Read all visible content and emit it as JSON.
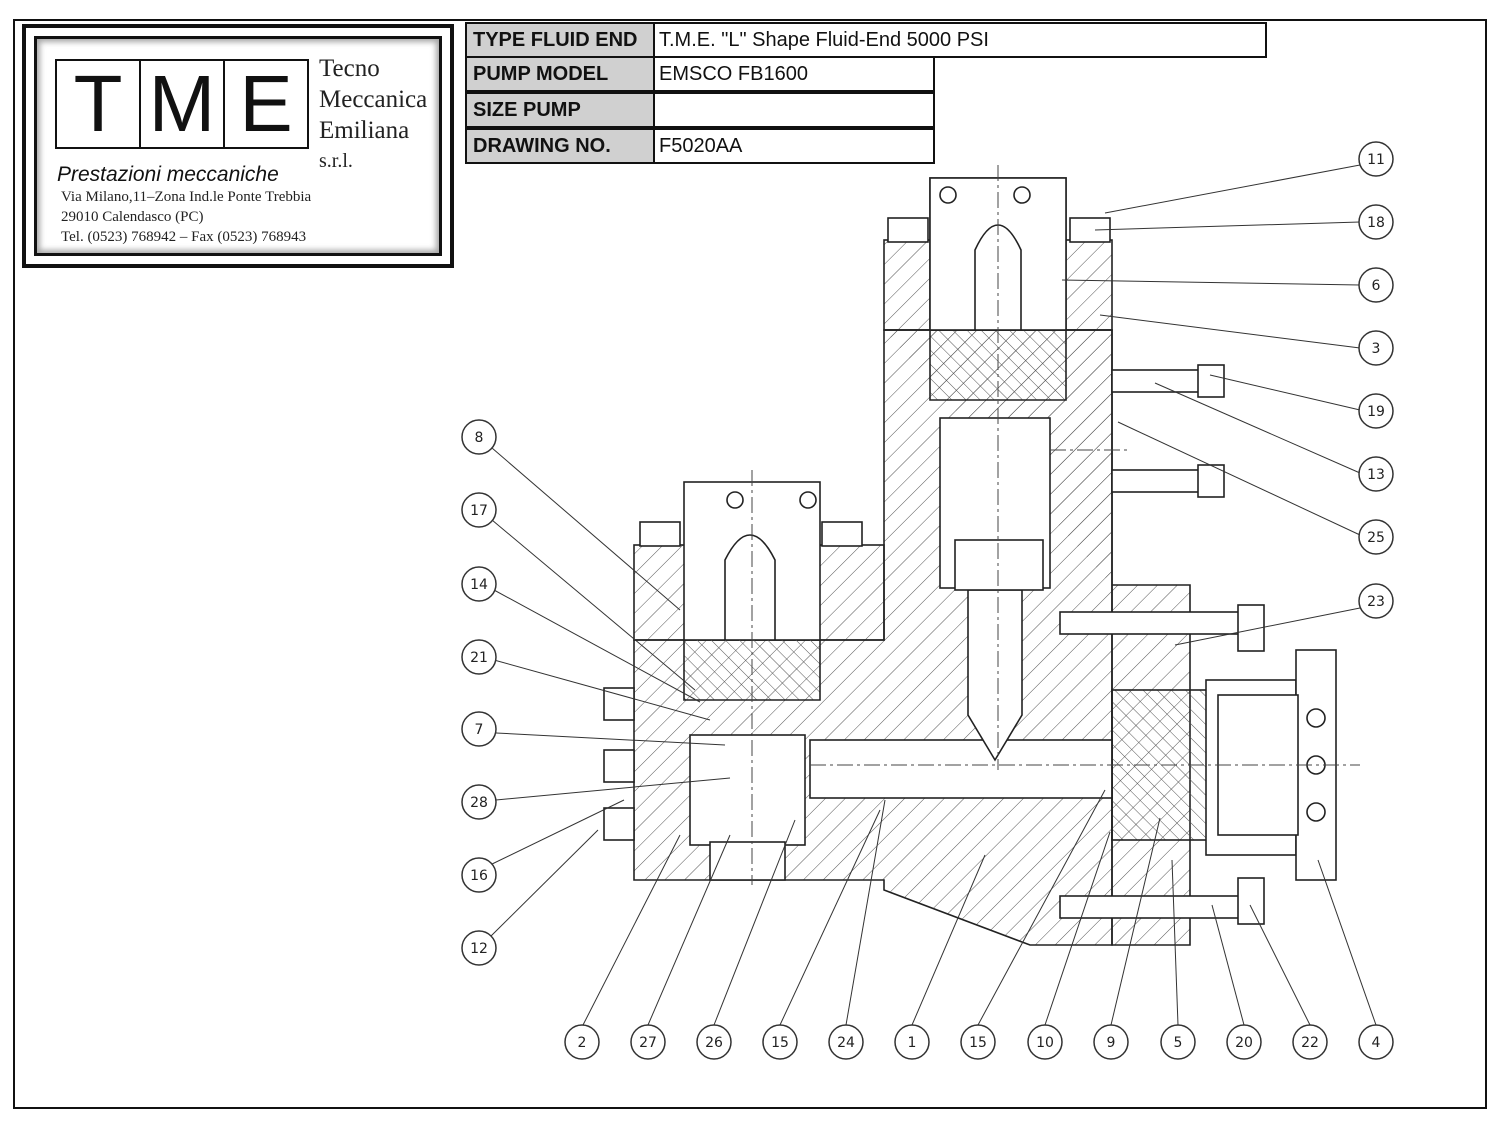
{
  "logo": {
    "letters": [
      "T",
      "M",
      "E"
    ],
    "company_lines": [
      "Tecno",
      "Meccanica",
      "Emiliana",
      "s.r.l."
    ],
    "tagline": "Prestazioni meccaniche",
    "address_lines": [
      "Via Milano,11–Zona Ind.le Ponte Trebbia",
      "29010 Calendasco (PC)",
      "Tel. (0523) 768942 – Fax (0523) 768943"
    ]
  },
  "title_block": {
    "rows": [
      {
        "label": "TYPE FLUID END",
        "value": "T.M.E. \"L\" Shape Fluid-End 5000 PSI"
      },
      {
        "label": "PUMP MODEL",
        "value": "EMSCO FB1600"
      },
      {
        "label": "SIZE PUMP",
        "value": ""
      },
      {
        "label": "DRAWING NO.",
        "value": "F5020AA"
      }
    ]
  },
  "balloons": {
    "right": [
      "11",
      "18",
      "6",
      "3",
      "19",
      "13",
      "25",
      "23"
    ],
    "left": [
      "8",
      "17",
      "14",
      "21",
      "7",
      "28",
      "16",
      "12"
    ],
    "bottom": [
      "2",
      "27",
      "26",
      "15",
      "24",
      "1",
      "15",
      "10",
      "9",
      "5",
      "20",
      "22",
      "4"
    ]
  }
}
